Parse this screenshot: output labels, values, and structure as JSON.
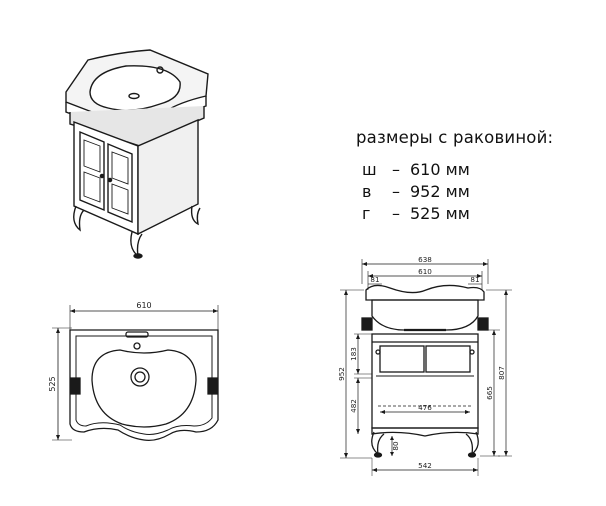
{
  "specs": {
    "title": "размеры с раковиной:",
    "rows": [
      {
        "key": "ш",
        "dash": "–",
        "value": "610 мм"
      },
      {
        "key": "в",
        "dash": "–",
        "value": "952 мм"
      },
      {
        "key": "г",
        "dash": "–",
        "value": "525 мм"
      }
    ]
  },
  "top_view": {
    "width_label": "610",
    "depth_label": "525"
  },
  "front_view": {
    "overall_width": "638",
    "top_width": "610",
    "left_offset": "81",
    "right_offset": "81",
    "total_height": "952",
    "body_height": "807",
    "cabinet_height": "665",
    "drawer_height": "183",
    "lower_height": "482",
    "inner_width": "476",
    "leg_height": "80",
    "base_width": "542"
  },
  "colors": {
    "line": "#1a1a1a",
    "fill_dark": "#2a2a2a",
    "dim": "#444444"
  }
}
